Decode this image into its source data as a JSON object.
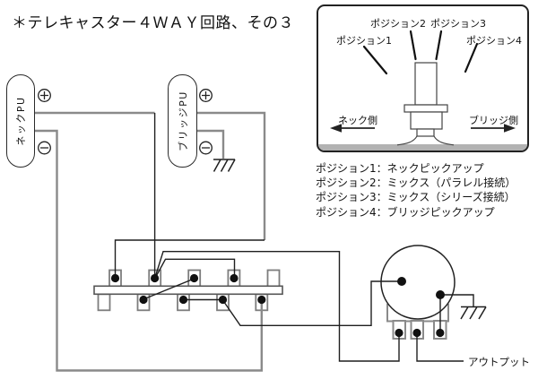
{
  "title": "＊テレキャスター４ＷＡＹ回路、その３",
  "selector_box": {
    "positions": [
      "ポジション1",
      "ポジション2",
      "ポジション3",
      "ポジション4"
    ],
    "neck_side_label": "ネック側",
    "bridge_side_label": "ブリッジ側"
  },
  "legend": {
    "items": [
      "ポジション1：ネックピックアップ",
      "ポジション2：ミックス（パラレル接続）",
      "ポジション3：ミックス（シリーズ接続）",
      "ポジション4：ブリッジピックアップ"
    ]
  },
  "pickups": {
    "neck_label": "ネックPU",
    "bridge_label": "ブリッジPU"
  },
  "output_label": "アウトプット",
  "icons": {
    "plus_terminal": "circle-plus ⊕",
    "minus_terminal": "circle-minus ⊖",
    "ground": "chassis-ground ///",
    "arrow_left": "◀",
    "arrow_right": "▶"
  },
  "colors": {
    "wire_gray": "#8a8a8a",
    "wire_black": "#1f1f1f",
    "plate_gray": "#b2b2b2",
    "outline_gray": "#7d7d7d"
  }
}
